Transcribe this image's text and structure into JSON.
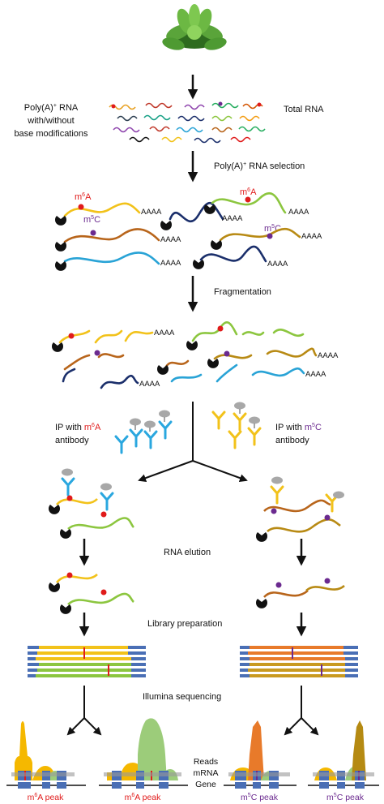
{
  "colors": {
    "m6a": "#e01b1b",
    "m5c": "#6b2a8f",
    "blue_antibody": "#2aa7df",
    "yellow_antibody": "#f2c21a",
    "yellow": "#f2c21a",
    "green": "#8cc63f",
    "orange_brown": "#b8651b",
    "navy": "#1b2f6b",
    "cyan": "#29a3d6",
    "olive": "#b88a14",
    "read_blue": "#4a6fb5",
    "peak_yellow": "#f5b800",
    "peak_green": "#9ccc7a",
    "peak_orange": "#e87a2a",
    "peak_olive": "#b58a12"
  },
  "labels": {
    "input_rna_line1": "Poly(A)",
    "input_rna_sup": "+",
    "input_rna_line1_tail": " RNA",
    "input_rna_line2": "with/without",
    "input_rna_line3": "base modifications",
    "total_rna": "Total RNA",
    "polya_selection": "Poly(A)",
    "polya_selection_sup": "+",
    "polya_selection_tail": " RNA selection",
    "fragmentation": "Fragmentation",
    "ip_m6a_prefix": "IP with ",
    "ip_m6a_mod": "m",
    "ip_m6a_sup": "6",
    "ip_m6a_tail": "A",
    "ip_antibody": "antibody",
    "ip_m5c_prefix": "IP with ",
    "ip_m5c_mod": "m",
    "ip_m5c_sup": "5",
    "ip_m5c_tail": "C",
    "rna_elution": "RNA elution",
    "library_preparation": "Library preparation",
    "illumina_sequencing": "Illumina sequencing",
    "reads": "Reads",
    "mrna": "mRNA",
    "gene": "Gene",
    "aaaa": "AAAA",
    "m6a_m": "m",
    "m6a_sup": "6",
    "m6a_tail": "A",
    "m5c_m": "m",
    "m5c_sup": "5",
    "m5c_tail": "C",
    "m6a_peak_m": "m",
    "m6a_peak_sup": "6",
    "m6a_peak_tail": "A peak",
    "m5c_peak_m": "m",
    "m5c_peak_sup": "5",
    "m5c_peak_tail": "C peak"
  },
  "icons": {
    "plant": "arabidopsis-rosette-icon",
    "cap": "five-prime-cap-icon",
    "antibody": "y-shaped-antibody-icon",
    "modification_dot": "modified-base-dot-icon"
  }
}
